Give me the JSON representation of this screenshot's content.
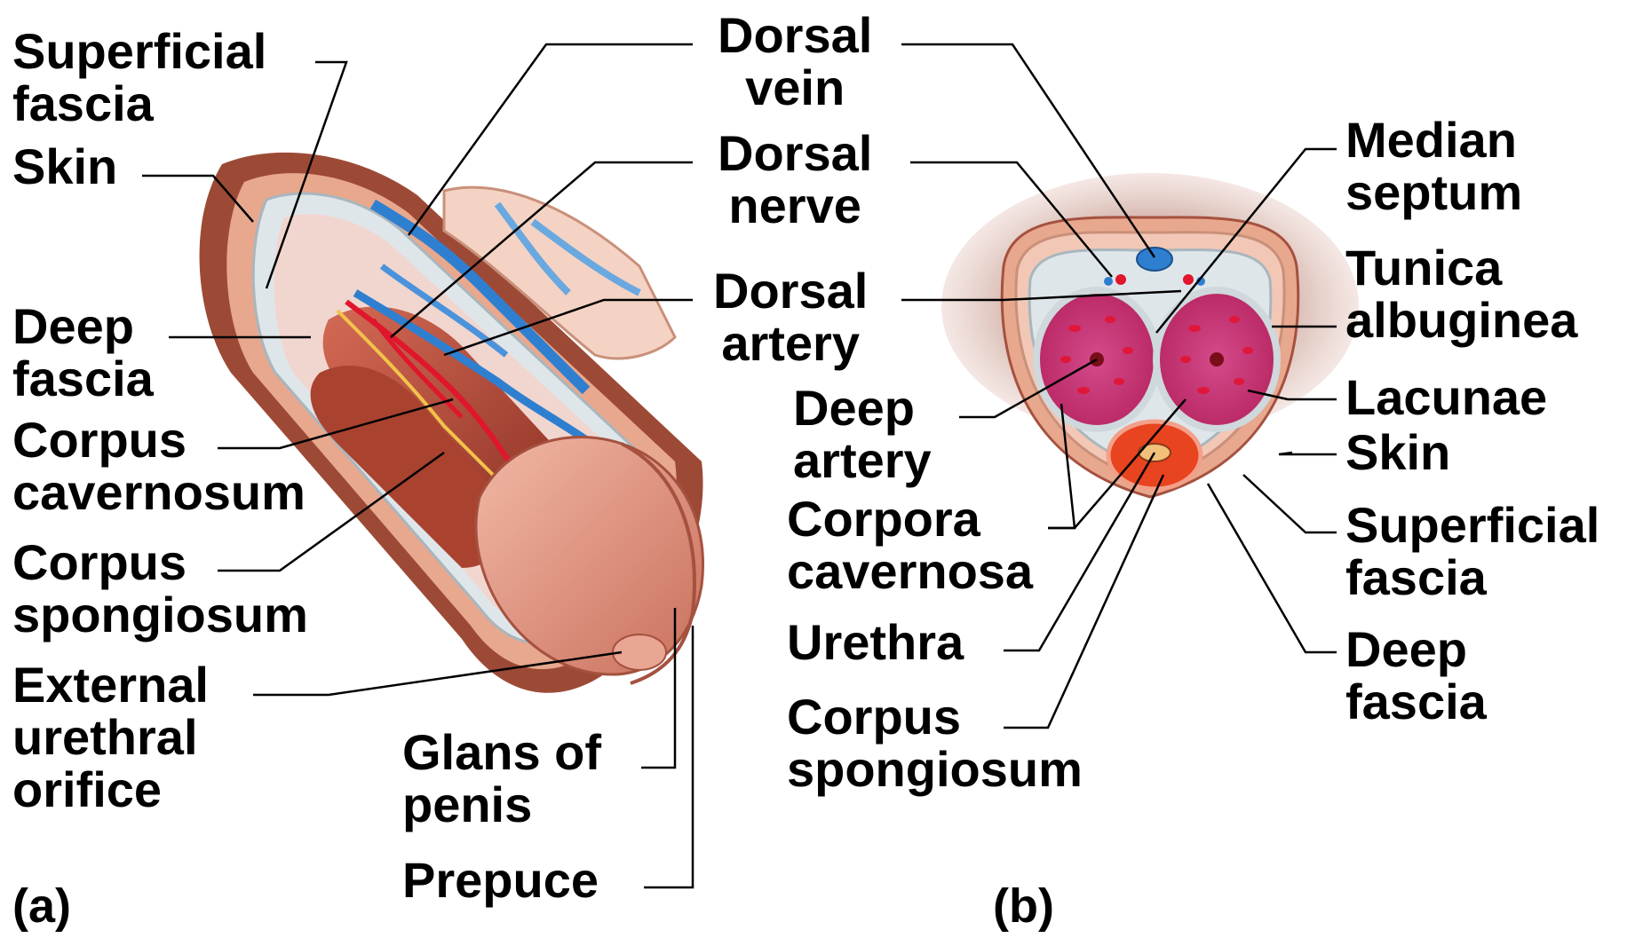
{
  "panel_a": {
    "tag": "(a)",
    "labels": {
      "superficial_fascia": [
        "Superficial",
        "fascia"
      ],
      "skin": [
        "Skin"
      ],
      "deep_fascia": [
        "Deep",
        "fascia"
      ],
      "corpus_cavernosum": [
        "Corpus",
        "cavernosum"
      ],
      "corpus_spongiosum": [
        "Corpus",
        "spongiosum"
      ],
      "external_urethral_orifice": [
        "External",
        "urethral",
        "orifice"
      ],
      "glans_of_penis": [
        "Glans of",
        "penis"
      ],
      "prepuce": [
        "Prepuce"
      ],
      "dorsal_vein": [
        "Dorsal",
        "vein"
      ],
      "dorsal_nerve": [
        "Dorsal",
        "nerve"
      ],
      "dorsal_artery": [
        "Dorsal",
        "artery"
      ]
    }
  },
  "panel_b": {
    "tag": "(b)",
    "labels": {
      "deep_artery": [
        "Deep",
        "artery"
      ],
      "corpora_cavernosa": [
        "Corpora",
        "cavernosa"
      ],
      "urethra": [
        "Urethra"
      ],
      "corpus_spongiosum": [
        "Corpus",
        "spongiosum"
      ],
      "median_septum": [
        "Median",
        "septum"
      ],
      "tunica_albuginea": [
        "Tunica",
        "albuginea"
      ],
      "lacunae": [
        "Lacunae"
      ],
      "skin": [
        "Skin"
      ],
      "superficial_fascia": [
        "Superficial",
        "fascia"
      ],
      "deep_fascia": [
        "Deep",
        "fascia"
      ]
    }
  },
  "colors": {
    "skin": "#e8a88e",
    "skin_dark": "#8a3a26",
    "fascia": "#dfe6ea",
    "vein": "#2f7fd0",
    "artery": "#e0162c",
    "nerve": "#f2c24a",
    "erectile": "#c8256a",
    "lacunae": "#e0173a",
    "spongy": "#e8441f",
    "leader": "#000000"
  }
}
